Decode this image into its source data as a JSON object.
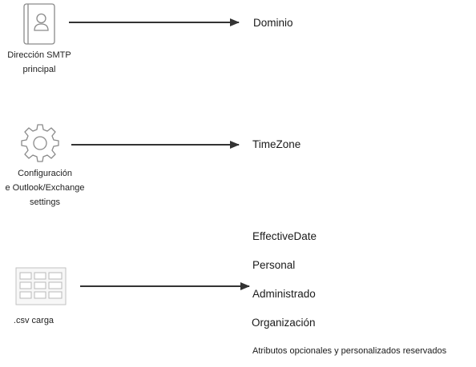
{
  "rows": [
    {
      "id": "smtp",
      "icon": "contact-card-icon",
      "label_lines": [
        "Dirección SMTP",
        "principal"
      ],
      "targets": [
        "Dominio"
      ]
    },
    {
      "id": "config",
      "icon": "gear-icon",
      "label_lines": [
        "Configuración",
        "e Outlook/Exchange",
        "settings"
      ],
      "targets": [
        "TimeZone"
      ]
    },
    {
      "id": "csv",
      "icon": "spreadsheet-grid-icon",
      "label_lines": [
        ".csv carga"
      ],
      "targets": [
        "EffectiveDate",
        "Personal",
        "Administrado",
        "Organización",
        "Atributos opcionales y personalizados reservados"
      ]
    }
  ],
  "colors": {
    "icon_stroke": "#8a8a8a",
    "icon_fill": "#f4f4f4",
    "arrow": "#333333",
    "text": "#222222"
  }
}
